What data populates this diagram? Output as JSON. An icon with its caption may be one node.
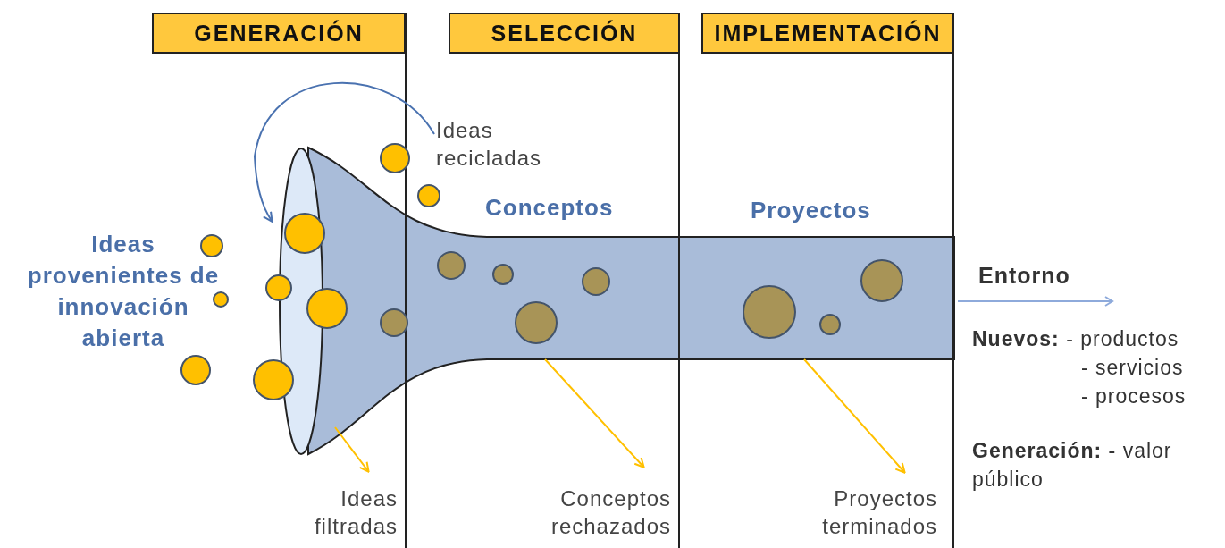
{
  "diagram": {
    "nodes": [
      {
        "text": [
          "GENERACIÓN"
        ]
      },
      {
        "text": [
          "SELECCIÓN"
        ]
      },
      {
        "text": [
          "IMPLEMENTACIÓN"
        ]
      },
      {
        "text": [
          "Ideas provenientes de innovación abierta"
        ]
      },
      {
        "text": [
          "Ideas recicladas"
        ]
      },
      {
        "text": [],
        "shape": "funnel"
      },
      {
        "text": [
          "Conceptos"
        ]
      },
      {
        "text": [
          "Proyectos"
        ]
      },
      {
        "text": [
          "Ideas filtradas"
        ]
      },
      {
        "text": [
          "Conceptos rechazados"
        ]
      },
      {
        "text": [
          "Proyectos terminados"
        ]
      }
    ],
    "edges": [
      {
        "from": 4,
        "to": 5,
        "arrow": "to",
        "color": "#4a72b0"
      },
      {
        "from": 5,
        "to": 8,
        "arrow": "to",
        "color": "#ffc000"
      },
      {
        "from": 5,
        "to": 9,
        "arrow": "to",
        "color": "#ffc000"
      },
      {
        "from": 5,
        "to": 10,
        "arrow": "to",
        "color": "#ffc000"
      },
      {
        "from": 5,
        "to": null,
        "arrow": "to",
        "label": "Entorno",
        "color": "#8eaadb"
      }
    ],
    "labels": [
      "**Nuevos:** - productos",
      "- servicios",
      "- procesos",
      "**Generación: -** valor público"
    ]
  }
}
